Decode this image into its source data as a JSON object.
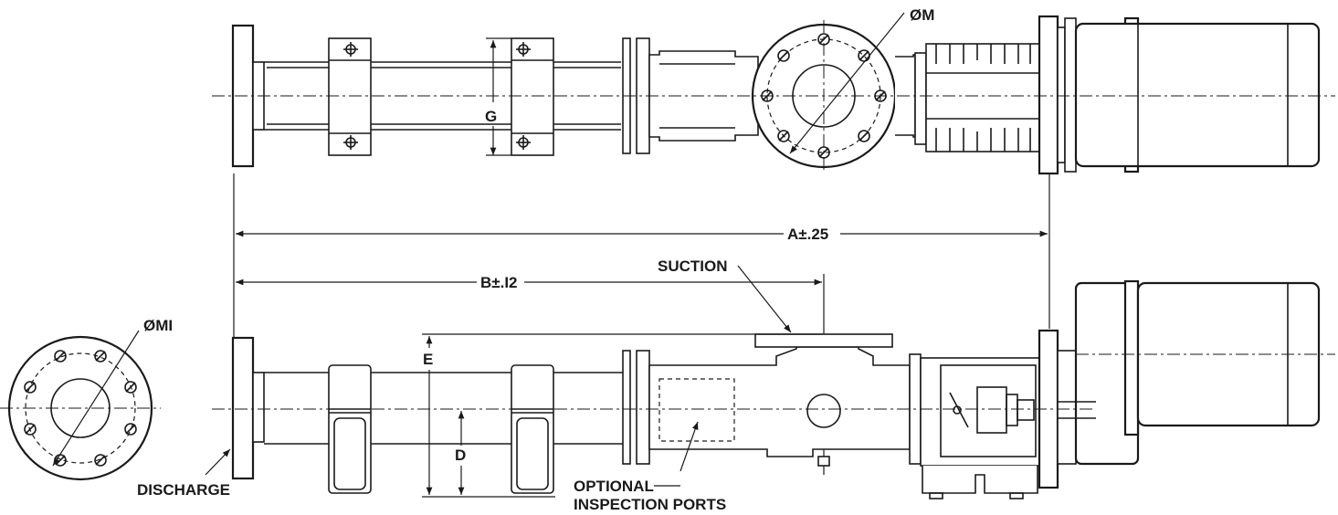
{
  "labels": {
    "dia_m": "ØM",
    "dia_mi": "ØMI",
    "dim_g": "G",
    "dim_a": "A±.25",
    "dim_b": "B±.I2",
    "suction": "SUCTION",
    "dim_e": "E",
    "dim_d": "D",
    "discharge": "DISCHARGE",
    "optional": "OPTIONAL",
    "inspection_ports": "INSPECTION PORTS"
  }
}
